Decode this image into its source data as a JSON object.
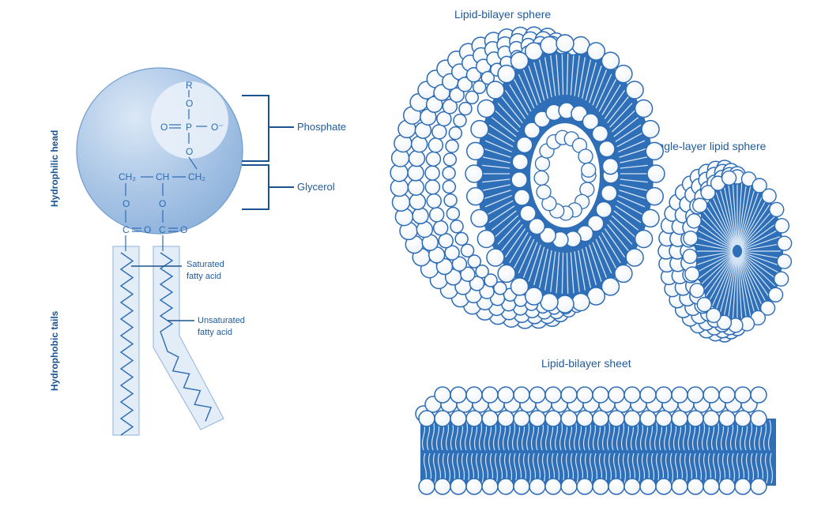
{
  "left_figure": {
    "side_labels": {
      "head": "Hydrophilic head",
      "tails": "Hydrophobic tails"
    },
    "group_labels": {
      "phosphate": "Phosphate",
      "glycerol": "Glycerol"
    },
    "tail_labels": {
      "saturated_line1": "Saturated",
      "saturated_line2": "fatty acid",
      "unsaturated_line1": "Unsaturated",
      "unsaturated_line2": "fatty acid"
    },
    "chem": {
      "r": "R",
      "o": "O",
      "p": "P",
      "o_minus": "O⁻",
      "ch2": "CH₂",
      "ch": "CH",
      "c": "C"
    }
  },
  "structures": {
    "bilayer_sphere": "Lipid-bilayer sphere",
    "single_layer_sphere": "Single-layer lipid sphere",
    "bilayer_sheet": "Lipid-bilayer sheet"
  },
  "colors": {
    "primary": "#2d6cb5",
    "light": "#cfe0f2",
    "head_fill": "#b3cde9",
    "dark": "#1b5390"
  }
}
